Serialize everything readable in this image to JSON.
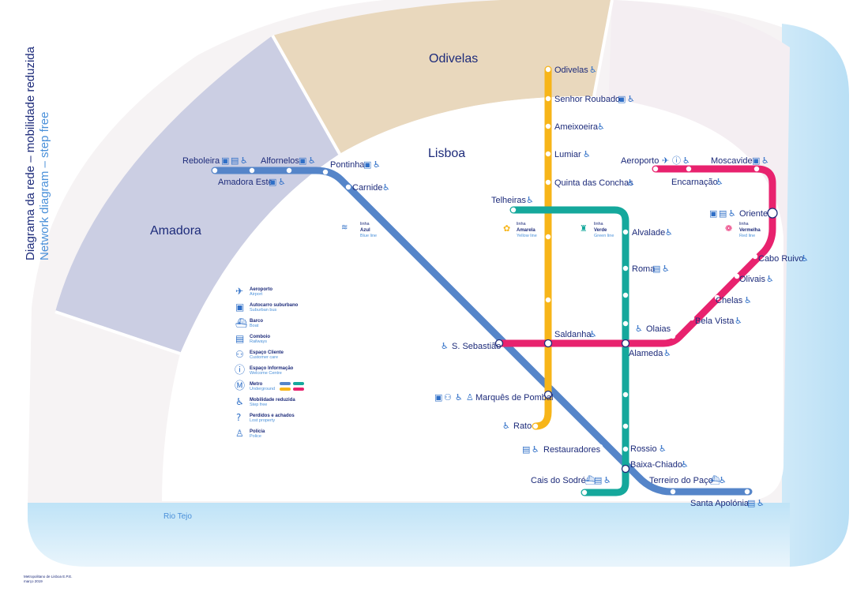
{
  "title": {
    "line1": "Diagrama da rede – mobilidade reduzida",
    "line2": "Network diagram – step free"
  },
  "areas": {
    "odivelas": "Odivelas",
    "lisboa": "Lisboa",
    "amadora": "Amadora",
    "river": "Rio Tejo"
  },
  "lines": {
    "blue": {
      "word": "linha",
      "pt": "Azul",
      "en": "Blue line",
      "color": "#5585c9"
    },
    "yellow": {
      "word": "linha",
      "pt": "Amarela",
      "en": "Yellow line",
      "color": "#f7b519"
    },
    "green": {
      "word": "linha",
      "pt": "Verde",
      "en": "Green line",
      "color": "#15a89c"
    },
    "red": {
      "word": "linha",
      "pt": "Vermelha",
      "en": "Red line",
      "color": "#e8226e"
    }
  },
  "stations": {
    "odivelas": "Odivelas",
    "senhor_roubado": "Senhor Roubado",
    "ameixoeira": "Ameixoeira",
    "lumiar": "Lumiar",
    "quinta_conchas": "Quinta das Conchas",
    "telheiras": "Telheiras",
    "alvalade": "Alvalade",
    "roma": "Roma",
    "alameda": "Alameda",
    "saldanha": "Saldanha",
    "s_sebastiao": "S. Sebastião",
    "marques_pombal": "Marquês de Pombal",
    "rato": "Rato",
    "restauradores": "Restauradores",
    "rossio": "Rossio",
    "baixa_chiado": "Baixa-Chiado",
    "cais_sodre": "Cais do Sodré",
    "terreiro_paco": "Terreiro do Paço",
    "santa_apolonia": "Santa Apolónia",
    "reboleira": "Reboleira",
    "amadora_este": "Amadora Este",
    "alfornelos": "Alfornelos",
    "pontinha": "Pontinha",
    "carnide": "Carnide",
    "aeroporto": "Aeroporto",
    "encarnacao": "Encarnação",
    "moscavide": "Moscavide",
    "oriente": "Oriente",
    "cabo_ruivo": "Cabo Ruivo",
    "olivais": "Olivais",
    "chelas": "Chelas",
    "bela_vista": "Bela Vista",
    "olaias": "Olaias"
  },
  "legend": [
    {
      "icon": "airport-icon",
      "pt": "Aeroporto",
      "en": "Airport"
    },
    {
      "icon": "bus-icon",
      "pt": "Autocarro suburbano",
      "en": "Suburban bus"
    },
    {
      "icon": "boat-icon",
      "pt": "Barco",
      "en": "Boat"
    },
    {
      "icon": "train-icon",
      "pt": "Comboio",
      "en": "Railways"
    },
    {
      "icon": "customer-care-icon",
      "pt": "Espaço Cliente",
      "en": "Customer care"
    },
    {
      "icon": "info-icon",
      "pt": "Espaço Informação",
      "en": "Welcome Centre"
    },
    {
      "icon": "metro-icon",
      "pt": "Metro",
      "en": "Underground"
    },
    {
      "icon": "wheelchair-icon",
      "pt": "Mobilidade reduzida",
      "en": "Step free"
    },
    {
      "icon": "lost-property-icon",
      "pt": "Perdidos e achados",
      "en": "Lost property"
    },
    {
      "icon": "police-icon",
      "pt": "Polícia",
      "en": "Police"
    }
  ],
  "footer": {
    "line1": "Metropolitano de Lisboa E.P.E.",
    "line2": "março 2019"
  },
  "colors": {
    "blue": "#5585c9",
    "yellow": "#f7b519",
    "green": "#15a89c",
    "red": "#e8226e",
    "text": "#1d2b7a",
    "accent": "#2f6fc7"
  }
}
